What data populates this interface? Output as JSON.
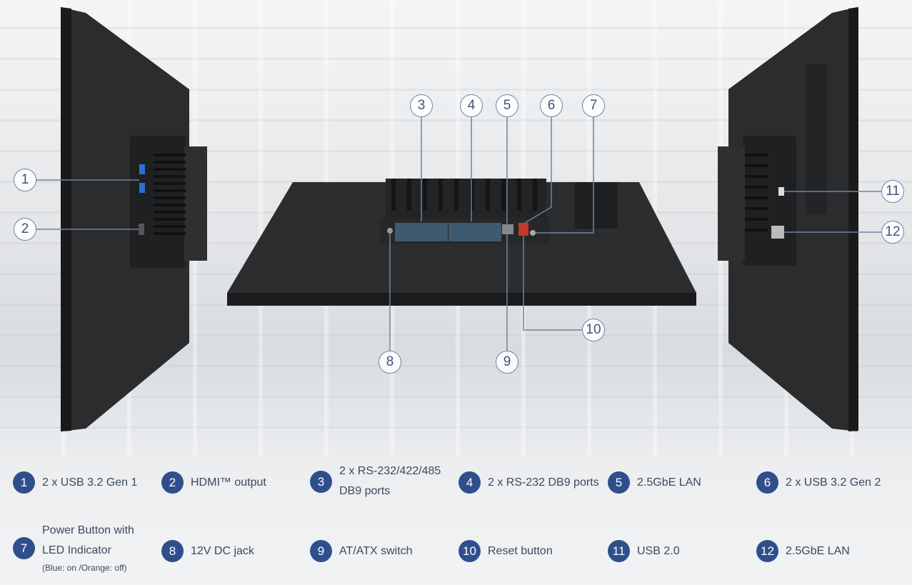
{
  "callouts": [
    "1",
    "2",
    "3",
    "4",
    "5",
    "6",
    "7",
    "8",
    "9",
    "10",
    "11",
    "12"
  ],
  "legend": [
    {
      "num": "1",
      "label": "2 x USB 3.2 Gen 1"
    },
    {
      "num": "2",
      "label": "HDMI™ output"
    },
    {
      "num": "3",
      "label": "2 x RS-232/422/485",
      "label2": "DB9 ports"
    },
    {
      "num": "4",
      "label": "2 x RS-232 DB9 ports"
    },
    {
      "num": "5",
      "label": "2.5GbE LAN"
    },
    {
      "num": "6",
      "label": "2 x USB 3.2 Gen 2"
    },
    {
      "num": "7",
      "label0": "Power Button with",
      "label": "LED Indicator",
      "note": "(Blue: on /Orange: off)"
    },
    {
      "num": "8",
      "label": "12V DC jack"
    },
    {
      "num": "9",
      "label": "AT/ATX switch"
    },
    {
      "num": "10",
      "label": "Reset button"
    },
    {
      "num": "11",
      "label": "USB 2.0"
    },
    {
      "num": "12",
      "label": "2.5GbE LAN"
    }
  ],
  "colors": {
    "badge": "#2f4f8c",
    "callout_line": "#6b84a8",
    "device": "#2a2b2d"
  }
}
